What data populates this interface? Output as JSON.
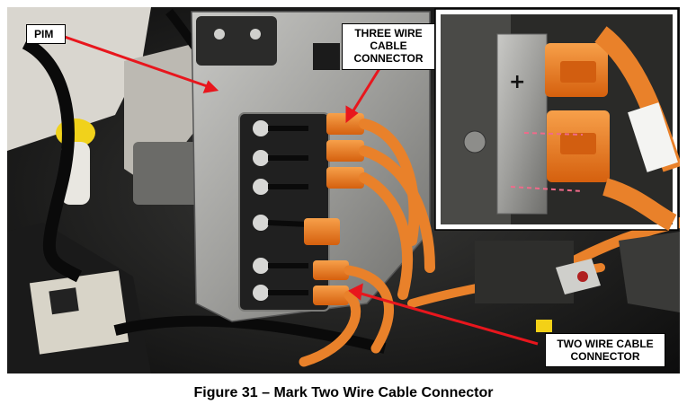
{
  "callouts": {
    "pim": "PIM",
    "three_wire": [
      "THREE WIRE",
      "CABLE",
      "CONNECTOR"
    ],
    "two_wire": [
      "TWO WIRE CABLE",
      "CONNECTOR"
    ]
  },
  "caption": "Figure 31 – Mark Two Wire Cable Connector",
  "colors": {
    "arrow": "#e8161d",
    "connector_orange": "#f07a1e",
    "cable_orange": "#e9812a",
    "housing_metal": "#a7a7a4",
    "background_dark": "#1c1c1c"
  }
}
